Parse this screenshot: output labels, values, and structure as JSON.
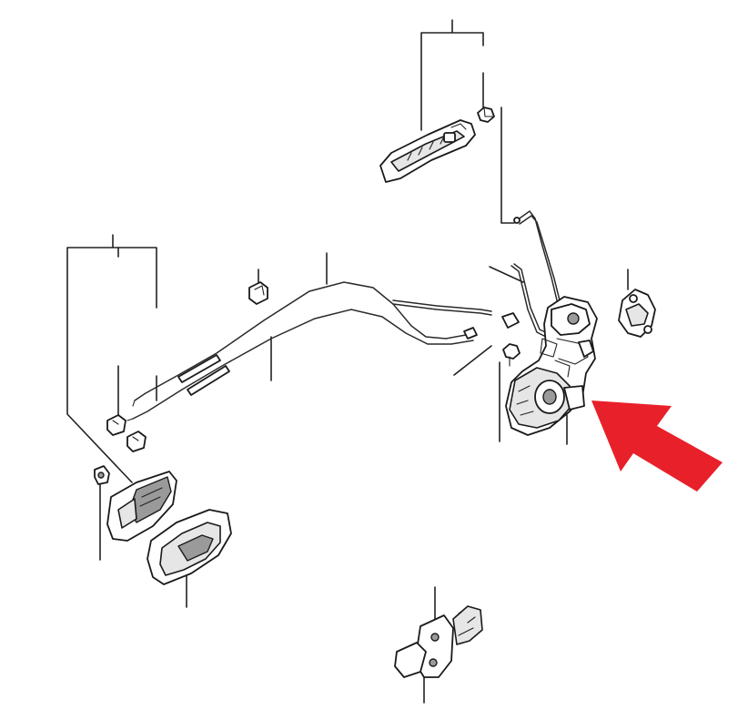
{
  "diagram": {
    "parts": [
      {
        "id": "outside-door-handle"
      },
      {
        "id": "handle-nut"
      },
      {
        "id": "outside-handle-rod"
      },
      {
        "id": "lock-cylinder-rod"
      },
      {
        "id": "door-lock-actuator"
      },
      {
        "id": "striker"
      },
      {
        "id": "remote-cable-assembly"
      },
      {
        "id": "cable-clip"
      },
      {
        "id": "rod-clips"
      },
      {
        "id": "inside-handle-bracket"
      },
      {
        "id": "inside-door-handle"
      },
      {
        "id": "inside-handle-bezel"
      },
      {
        "id": "door-check-strap"
      },
      {
        "id": "mounting-bolt"
      }
    ],
    "highlight": {
      "target": "door-lock-actuator",
      "color": "#e8202a"
    },
    "line_color": "#222222"
  }
}
